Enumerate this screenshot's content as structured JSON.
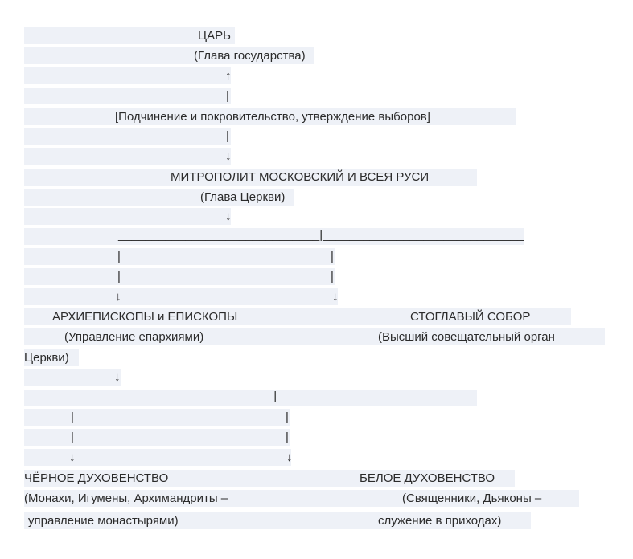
{
  "lines": [
    [
      "ЦАРЬ"
    ],
    [
      "(Глава государства)"
    ],
    [
      "↑"
    ],
    [
      "|"
    ],
    [
      "[Подчинение и покровительство, утверждение выборов]"
    ],
    [
      "|"
    ],
    [
      "↓"
    ],
    [
      "МИТРОПОЛИТ МОСКОВСКИЙ И ВСЕЯ РУСИ"
    ],
    [
      "(Глава Церкви)"
    ],
    [
      "↓"
    ],
    [
      "______________________________|______________________________"
    ],
    [
      "|",
      "|"
    ],
    [
      "|",
      "|"
    ],
    [
      "↓",
      "↓"
    ],
    [
      "АРХИЕПИСКОПЫ и ЕПИСКОПЫ",
      "СТОГЛАВЫЙ СОБОР"
    ],
    [
      "(Управление епархиями)",
      "(Высший совещательный орган"
    ],
    [
      "Церкви)"
    ],
    [
      "↓"
    ],
    [
      "______________________________|______________________________"
    ],
    [
      "|",
      "|"
    ],
    [
      "|",
      "|"
    ],
    [
      "↓",
      "↓"
    ],
    [
      "ЧЁРНОЕ ДУХОВЕНСТВО",
      "БЕЛОЕ ДУХОВЕНСТВО"
    ],
    [
      "(Монахи, Игумены, Архимандриты –",
      "(Священники, Дьяконы –"
    ],
    [
      "управление монастырями)",
      "служение в приходах)"
    ]
  ]
}
